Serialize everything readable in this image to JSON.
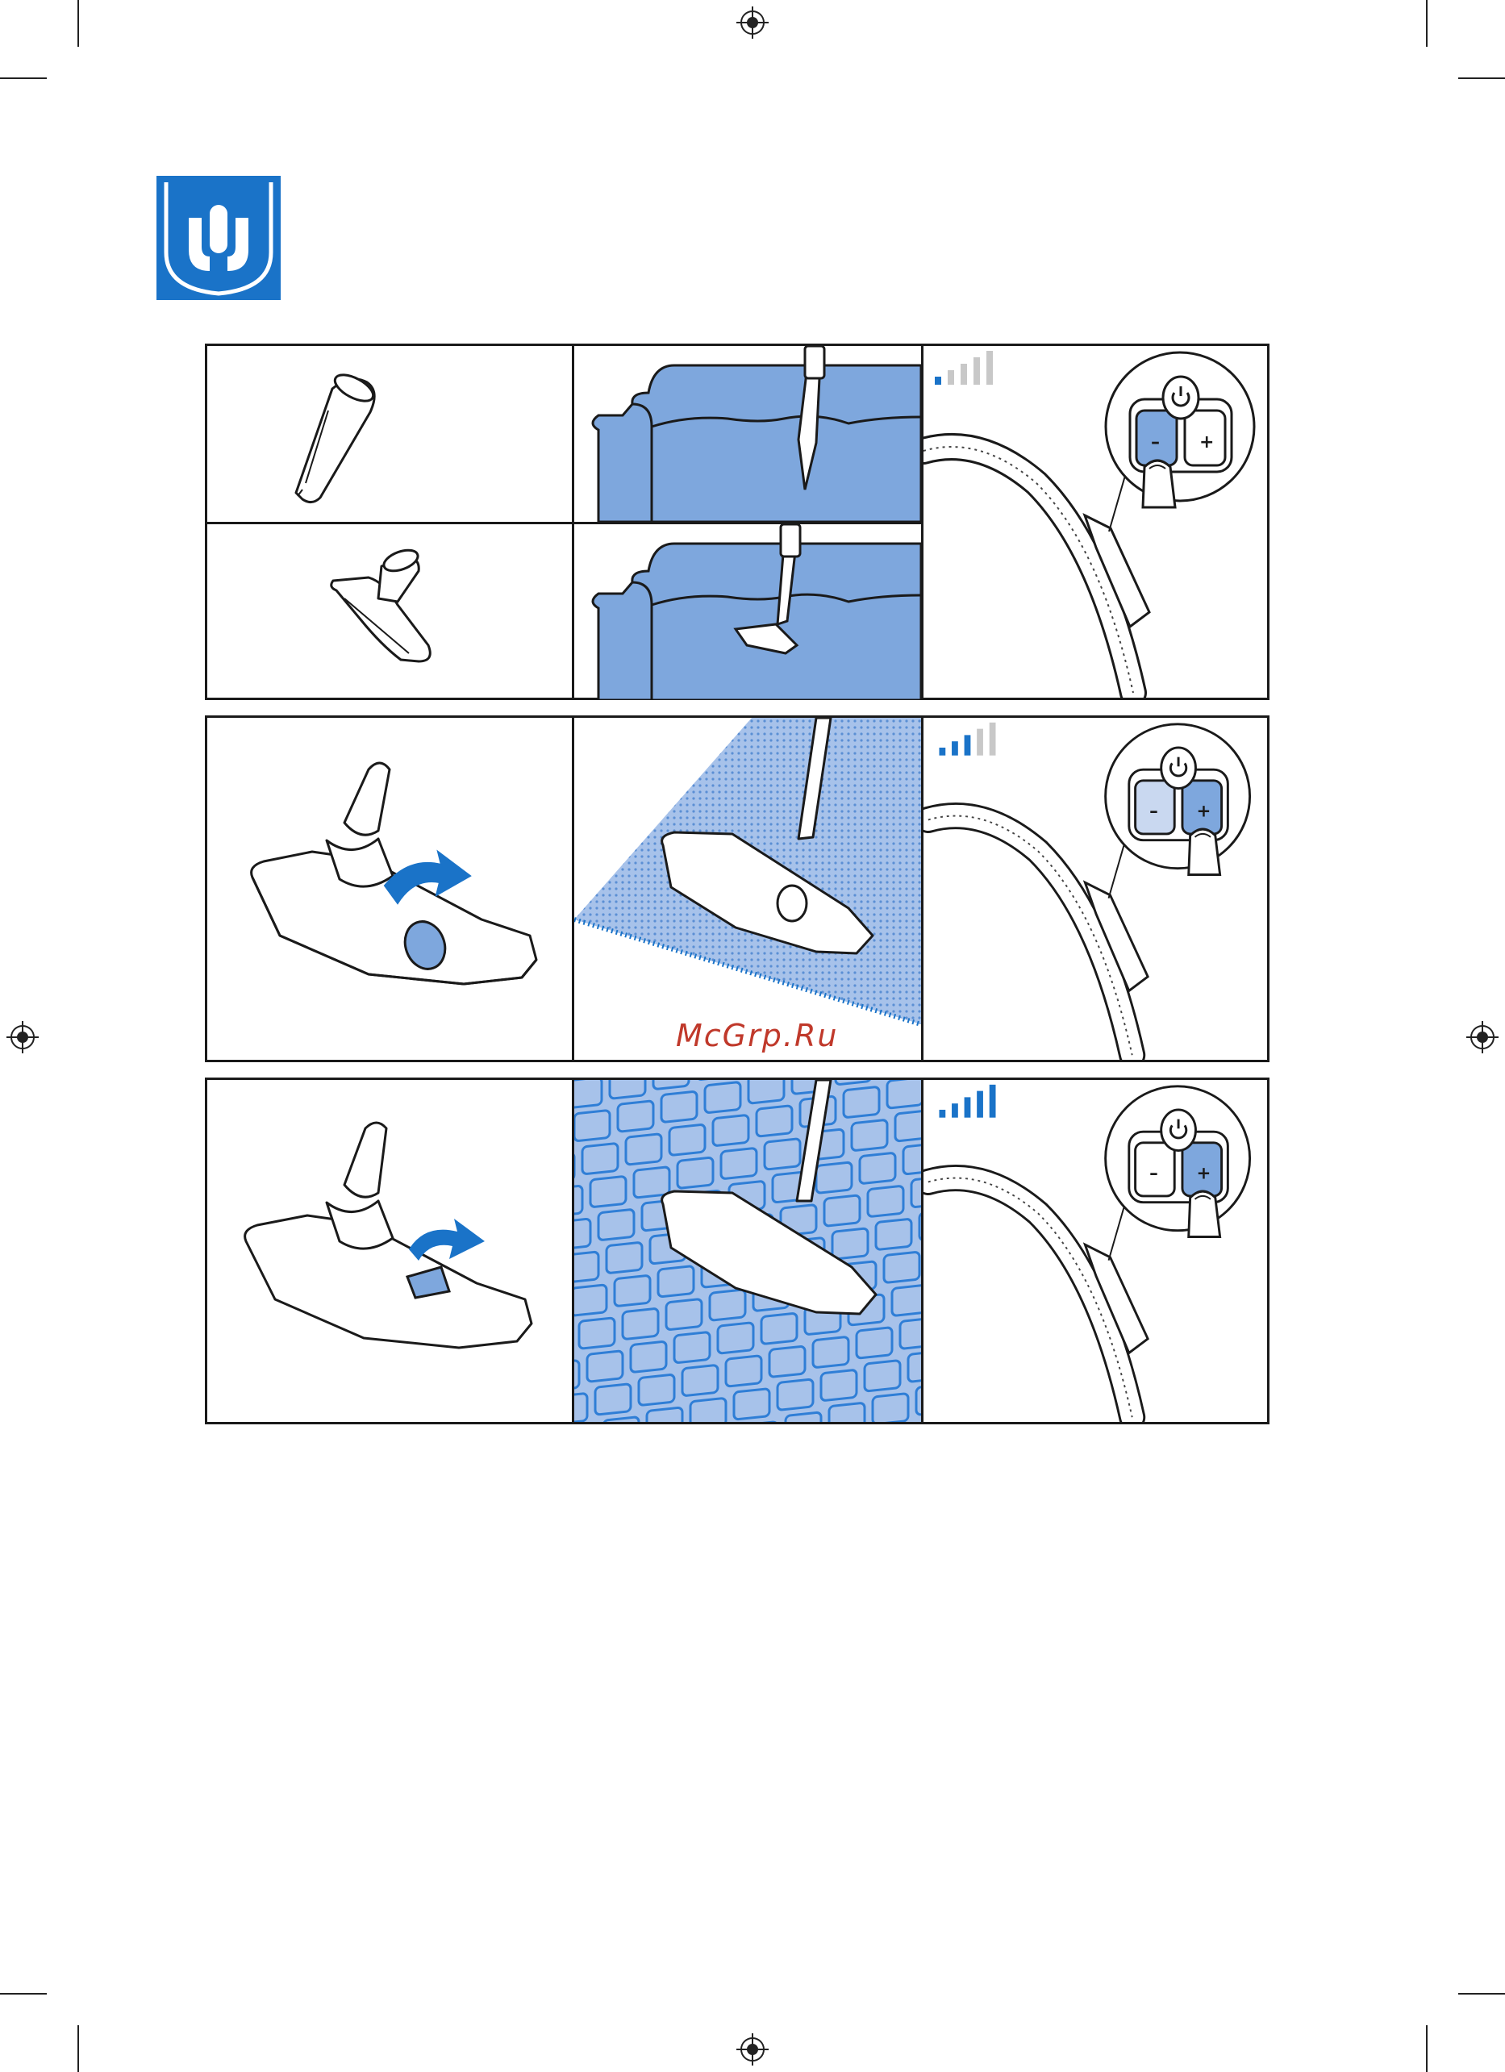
{
  "watermark": {
    "text": "McGrp.Ru"
  },
  "colors": {
    "brand_blue": "#1a73c8",
    "fabric_blue": "#7ea7dd",
    "level_active": "#1a73c8",
    "level_inactive": "#c8c8c8"
  },
  "control_buttons": {
    "minus": "–",
    "plus": "+"
  },
  "icons": [
    "registration-mark-icon",
    "brand-logo-icon",
    "power-icon",
    "suction-level-icon"
  ],
  "rows": [
    {
      "id": "row-1",
      "suction_level": 1,
      "suction_level_max": 5,
      "pressed_button": "minus"
    },
    {
      "id": "row-2",
      "suction_level": 3,
      "suction_level_max": 5,
      "pressed_button": "plus"
    },
    {
      "id": "row-3",
      "suction_level": 5,
      "suction_level_max": 5,
      "pressed_button": "plus"
    }
  ]
}
